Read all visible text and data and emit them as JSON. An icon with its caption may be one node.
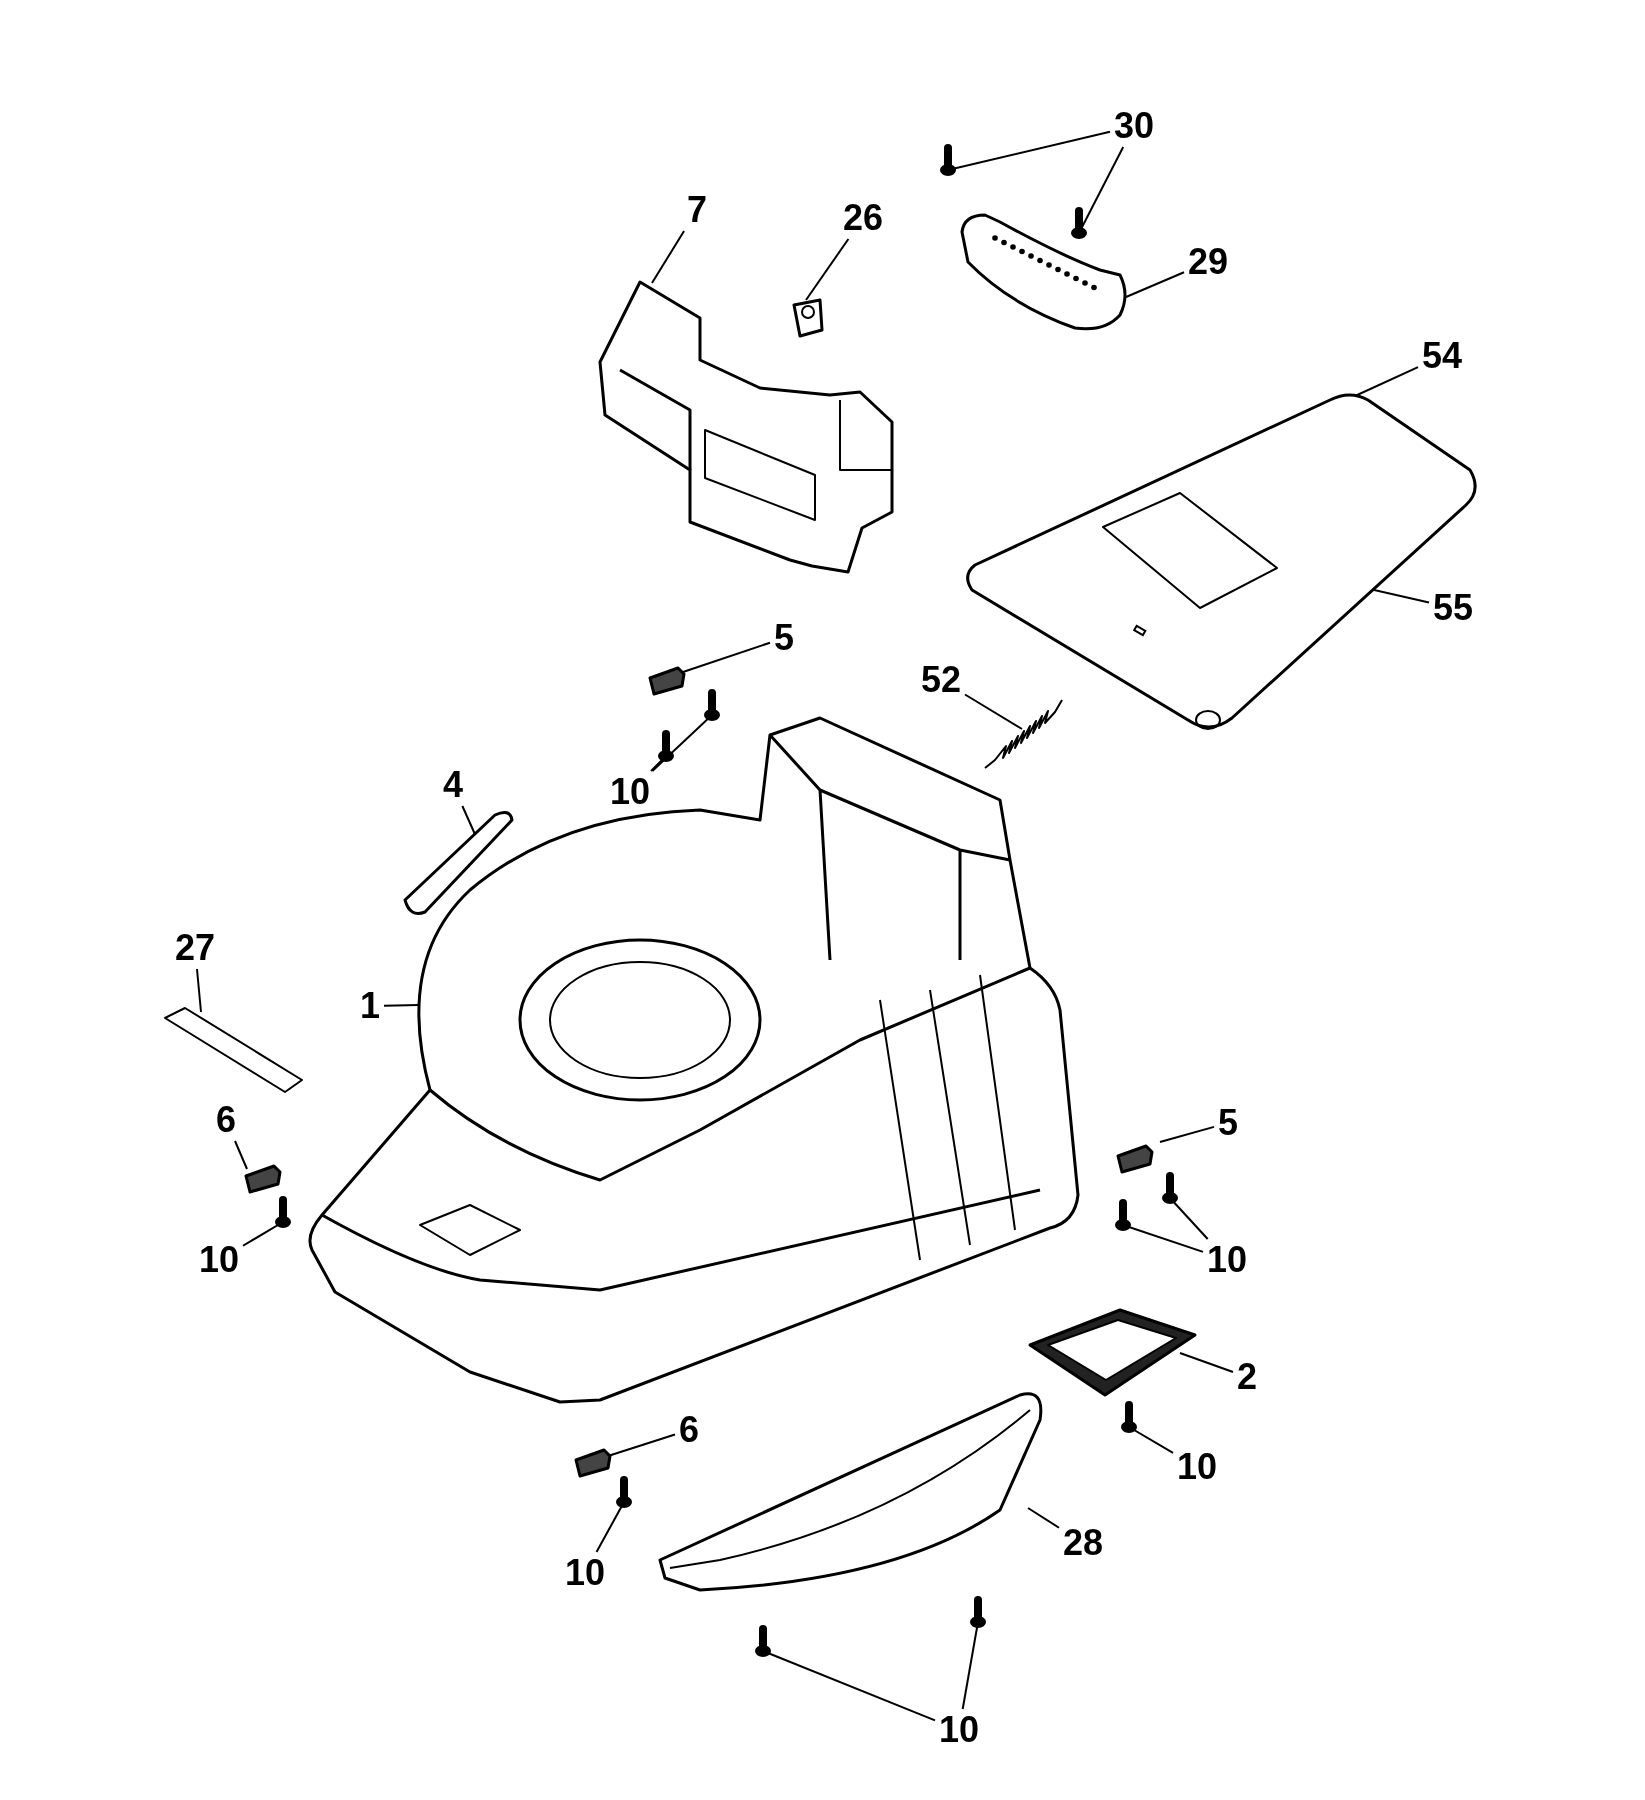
{
  "diagram": {
    "nodes": [
      {
        "text": [
          "30"
        ]
      },
      {
        "text": [],
        "shape": "picture"
      },
      {
        "text": [],
        "shape": "picture"
      },
      {
        "text": [
          "7"
        ]
      },
      {
        "text": [],
        "shape": "picture"
      },
      {
        "text": [
          "26"
        ]
      },
      {
        "text": [],
        "shape": "picture"
      },
      {
        "text": [
          "29"
        ]
      },
      {
        "text": [],
        "shape": "picture"
      },
      {
        "text": [
          "54"
        ]
      },
      {
        "text": [],
        "shape": "picture"
      },
      {
        "text": [
          "55"
        ]
      },
      {
        "text": [],
        "shape": "picture",
        "in": 10
      },
      {
        "text": [
          "5"
        ]
      },
      {
        "text": [],
        "shape": "picture"
      },
      {
        "text": [
          "52"
        ]
      },
      {
        "text": [],
        "shape": "picture"
      },
      {
        "text": [
          "10"
        ]
      },
      {
        "text": [],
        "shape": "picture"
      },
      {
        "text": [],
        "shape": "picture"
      },
      {
        "text": [
          "4"
        ]
      },
      {
        "text": [],
        "shape": "picture"
      },
      {
        "text": [
          "27"
        ]
      },
      {
        "text": [],
        "shape": "picture"
      },
      {
        "text": [
          "1"
        ]
      },
      {
        "text": [],
        "shape": "picture"
      },
      {
        "text": [
          "6"
        ]
      },
      {
        "text": [],
        "shape": "picture"
      },
      {
        "text": [
          "10"
        ]
      },
      {
        "text": [],
        "shape": "picture"
      },
      {
        "text": [
          "5"
        ]
      },
      {
        "text": [],
        "shape": "picture"
      },
      {
        "text": [
          "10"
        ]
      },
      {
        "text": [],
        "shape": "picture"
      },
      {
        "text": [],
        "shape": "picture"
      },
      {
        "text": [
          "2"
        ]
      },
      {
        "text": [],
        "shape": "picture"
      },
      {
        "text": [
          "6"
        ]
      },
      {
        "text": [],
        "shape": "picture"
      },
      {
        "text": [
          "10"
        ]
      },
      {
        "text": [],
        "shape": "picture"
      },
      {
        "text": [
          "28"
        ]
      },
      {
        "text": [],
        "shape": "picture"
      },
      {
        "text": [
          "10"
        ]
      },
      {
        "text": [],
        "shape": "picture"
      },
      {
        "text": [
          "10"
        ]
      },
      {
        "text": [],
        "shape": "picture"
      },
      {
        "text": [],
        "shape": "picture"
      }
    ],
    "edges": [
      {
        "from": 0,
        "to": 1,
        "arrow": "none"
      },
      {
        "from": 0,
        "to": 2,
        "arrow": "none"
      },
      {
        "from": 3,
        "to": 4,
        "arrow": "none"
      },
      {
        "from": 5,
        "to": 6,
        "arrow": "none"
      },
      {
        "from": 7,
        "to": 8,
        "arrow": "none"
      },
      {
        "from": 9,
        "to": 10,
        "arrow": "none"
      },
      {
        "from": 11,
        "to": 12,
        "arrow": "none"
      },
      {
        "from": 13,
        "to": 14,
        "arrow": "none"
      },
      {
        "from": 15,
        "to": 16,
        "arrow": "none"
      },
      {
        "from": 17,
        "to": 18,
        "arrow": "none"
      },
      {
        "from": 17,
        "to": 19,
        "arrow": "none"
      },
      {
        "from": 20,
        "to": 21,
        "arrow": "none"
      },
      {
        "from": 22,
        "to": 23,
        "arrow": "none"
      },
      {
        "from": 24,
        "to": 25,
        "arrow": "none"
      },
      {
        "from": 26,
        "to": 27,
        "arrow": "none"
      },
      {
        "from": 28,
        "to": 29,
        "arrow": "none"
      },
      {
        "from": 30,
        "to": 31,
        "arrow": "none"
      },
      {
        "from": 32,
        "to": 33,
        "arrow": "none"
      },
      {
        "from": 32,
        "to": 34,
        "arrow": "none"
      },
      {
        "from": 35,
        "to": 36,
        "arrow": "none"
      },
      {
        "from": 37,
        "to": 38,
        "arrow": "none"
      },
      {
        "from": 39,
        "to": 40,
        "arrow": "none"
      },
      {
        "from": 41,
        "to": 42,
        "arrow": "none"
      },
      {
        "from": 43,
        "to": 44,
        "arrow": "none"
      },
      {
        "from": 45,
        "to": 46,
        "arrow": "none"
      },
      {
        "from": 45,
        "to": 47,
        "arrow": "none"
      }
    ]
  }
}
